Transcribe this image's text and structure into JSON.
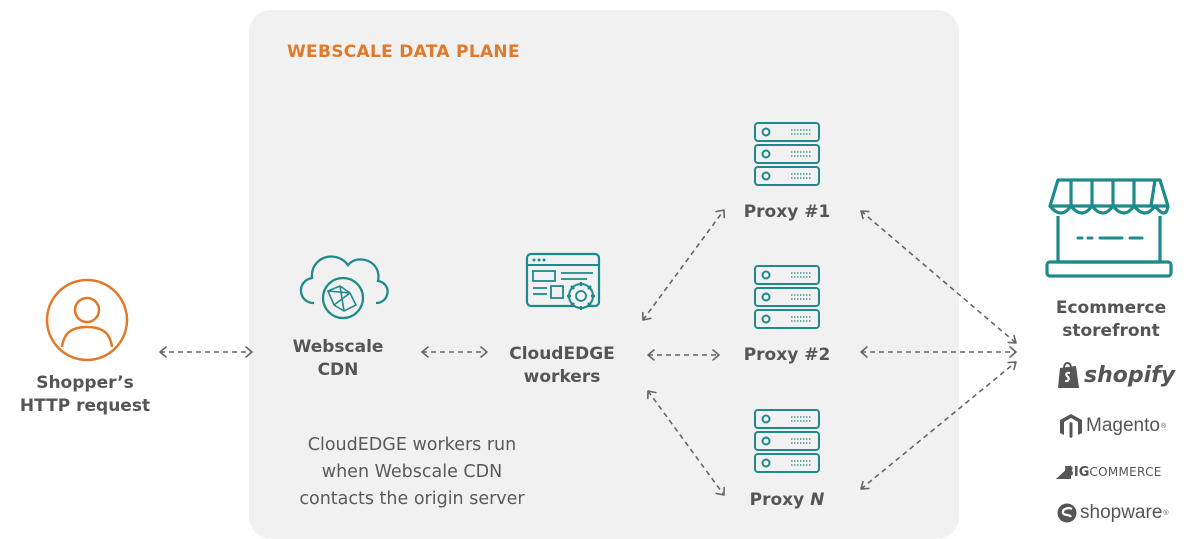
{
  "panel": {
    "title": "WEBSCALE DATA PLANE"
  },
  "accent_color": "#e07a2a",
  "teal_color": "#1e8a8a",
  "nodes": {
    "shopper": {
      "line1": "Shopper’s",
      "line2": "HTTP request",
      "icon": "user-circle-icon"
    },
    "cdn": {
      "line1": "Webscale",
      "line2": "CDN",
      "icon": "cloud-globe-icon"
    },
    "workers": {
      "line1": "CloudEDGE",
      "line2": "workers",
      "icon": "browser-gear-icon"
    },
    "proxy1": {
      "label": "Proxy #1",
      "icon": "server-icon"
    },
    "proxy2": {
      "label": "Proxy #2",
      "icon": "server-icon"
    },
    "proxyN": {
      "prefix": "Proxy ",
      "suffix": "N",
      "icon": "server-icon"
    },
    "storefront": {
      "line1": "Ecommerce",
      "line2": "storefront",
      "icon": "storefront-icon"
    }
  },
  "note": {
    "line1": "CloudEDGE workers run",
    "line2": "when Webscale CDN",
    "line3": "contacts the origin server"
  },
  "platforms": {
    "shopify": "shopify",
    "magento": "Magento",
    "bigcommerce_a": "BIG",
    "bigcommerce_b": "COMMERCE",
    "shopware": "shopware"
  }
}
